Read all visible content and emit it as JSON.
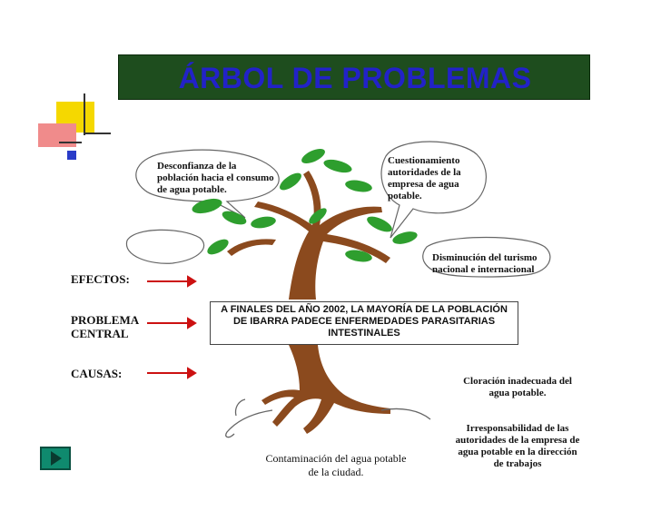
{
  "title": "ÁRBOL DE PROBLEMAS",
  "effects": {
    "label": "EFECTOS:",
    "items": [
      "Desconfianza de la\npoblación hacia el consumo\nde agua potable.",
      "Cuestionamiento\nautoridades de la\nempresa de agua\npotable.",
      "Disminución del turismo\nnacional e internacional"
    ]
  },
  "central_problem": {
    "label": "PROBLEMA\nCENTRAL",
    "text": "A FINALES DEL AÑO 2002, LA MAYORÍA DE LA POBLACIÓN\nDE IBARRA PADECE ENFERMEDADES PARASITARIAS\nINTESTINALES"
  },
  "causes": {
    "label": "CAUSAS:",
    "items": [
      "Contaminación del agua potable\nde la ciudad.",
      "Cloración inadecuada del\nagua potable.",
      "Irresponsabilidad de las\nautoridades de la empresa de\nagua potable en la dirección\nde trabajos"
    ]
  },
  "colors": {
    "title_bg": "#1e4d1e",
    "title_text": "#2222c8",
    "arrow": "#cc1111",
    "trunk": "#8b4a1e",
    "leaf": "#2e9e2e",
    "play_button": "#0f8a6e"
  }
}
